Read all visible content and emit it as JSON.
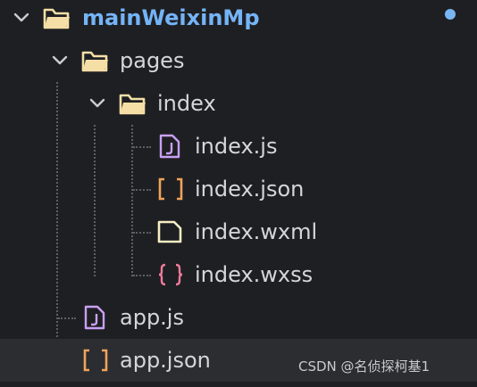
{
  "tree": {
    "root": {
      "label": "mainWeixinMp",
      "modified_dot_color": "#78b6f3"
    },
    "pages": {
      "label": "pages"
    },
    "index_folder": {
      "label": "index"
    },
    "files": {
      "index_js": {
        "label": "index.js",
        "icon": "js-file-icon"
      },
      "index_json": {
        "label": "index.json",
        "icon": "json-brackets-icon"
      },
      "index_wxml": {
        "label": "index.wxml",
        "icon": "file-icon"
      },
      "index_wxss": {
        "label": "index.wxss",
        "icon": "css-braces-icon"
      },
      "app_js": {
        "label": "app.js",
        "icon": "js-file-icon"
      },
      "app_json": {
        "label": "app.json",
        "icon": "json-brackets-icon"
      }
    }
  },
  "watermark": "CSDN @名侦探柯基1",
  "colors": {
    "background": "#1e1f22",
    "selected_row": "#2b2d31",
    "root_label": "#74b4f7",
    "label": "#d4d6dc",
    "folder": "#f5dfa7",
    "js_icon": "#c9a0f5",
    "json_icon": "#f0a35a",
    "css_icon": "#f07b9a"
  }
}
